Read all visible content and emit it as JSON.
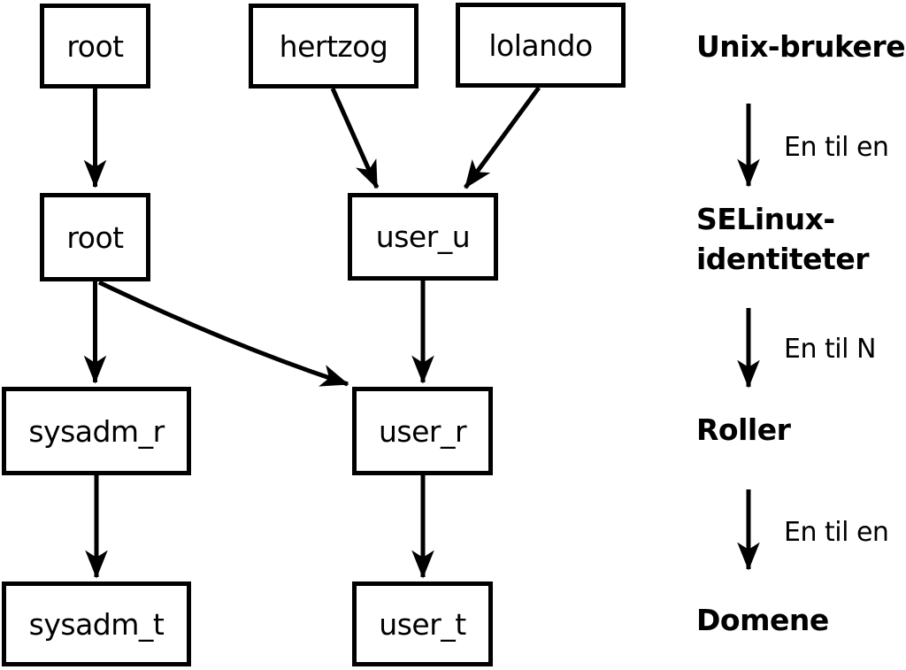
{
  "colors": {
    "line": "#000000",
    "box_fill": "#ffffff",
    "background": "#ffffff",
    "text": "#000000"
  },
  "nodes": {
    "unix_root": {
      "label": "root"
    },
    "unix_hertzog": {
      "label": "hertzog"
    },
    "unix_lolando": {
      "label": "lolando"
    },
    "selinux_root": {
      "label": "root"
    },
    "selinux_user_u": {
      "label": "user_u"
    },
    "role_sysadm_r": {
      "label": "sysadm_r"
    },
    "role_user_r": {
      "label": "user_r"
    },
    "domain_sysadm_t": {
      "label": "sysadm_t"
    },
    "domain_user_t": {
      "label": "user_t"
    }
  },
  "edges": [
    {
      "from": "unix_root",
      "to": "selinux_root"
    },
    {
      "from": "unix_hertzog",
      "to": "selinux_user_u"
    },
    {
      "from": "unix_lolando",
      "to": "selinux_user_u"
    },
    {
      "from": "selinux_root",
      "to": "role_sysadm_r"
    },
    {
      "from": "selinux_root",
      "to": "role_user_r"
    },
    {
      "from": "selinux_user_u",
      "to": "role_user_r"
    },
    {
      "from": "role_sysadm_r",
      "to": "domain_sysadm_t"
    },
    {
      "from": "role_user_r",
      "to": "domain_user_t"
    }
  ],
  "legend": {
    "levels": [
      {
        "label": "Unix-brukere",
        "line1": "Unix-brukere",
        "line2": ""
      },
      {
        "label": "SELinux-identiteter",
        "line1": "SELinux-",
        "line2": "identiteter"
      },
      {
        "label": "Roller",
        "line1": "Roller",
        "line2": ""
      },
      {
        "label": "Domene",
        "line1": "Domene",
        "line2": ""
      }
    ],
    "arrows": [
      {
        "label": "En til en"
      },
      {
        "label": "En til N"
      },
      {
        "label": "En til en"
      }
    ]
  }
}
